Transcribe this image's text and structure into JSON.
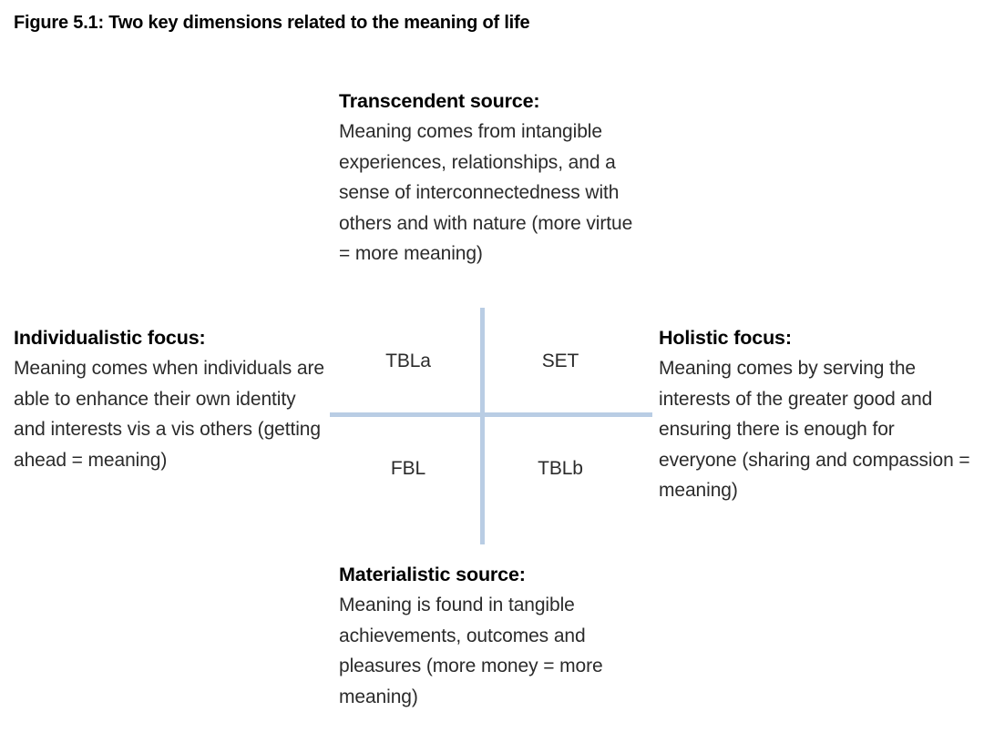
{
  "figure": {
    "title": "Figure 5.1: Two key dimensions related to the meaning of life"
  },
  "axes": {
    "line_color": "#b9cde4",
    "vertical_axis_name": "source-dimension",
    "horizontal_axis_name": "focus-dimension"
  },
  "poles": {
    "top": {
      "heading": "Transcendent source:",
      "body": "Meaning comes from intangible experiences, relationships, and a sense of interconnectedness with others and with nature (more virtue = more meaning)"
    },
    "left": {
      "heading": "Individualistic focus:",
      "body": "Meaning comes when individuals are able to enhance their own identity and interests vis a vis others (getting ahead = meaning)"
    },
    "right": {
      "heading": "Holistic focus:",
      "body": "Meaning comes by serving the interests of the greater good and ensuring there is enough for everyone (sharing and compassion = meaning)"
    },
    "bottom": {
      "heading": "Materialistic source:",
      "body": "Meaning is found in tangible achievements, outcomes and pleasures (more money = more meaning)"
    }
  },
  "quadrants": {
    "top_left": "TBLa",
    "top_right": "SET",
    "bottom_left": "FBL",
    "bottom_right": "TBLb"
  }
}
